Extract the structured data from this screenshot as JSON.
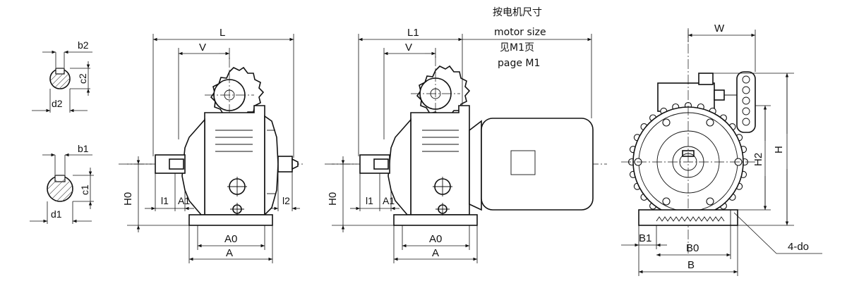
{
  "note": {
    "line1": "按电机尺寸",
    "line2": "motor size",
    "line3": "见M1页",
    "line4": "page M1"
  },
  "labels": {
    "b2": "b2",
    "c2": "c2",
    "d2": "d2",
    "b1": "b1",
    "c1": "c1",
    "d1": "d1",
    "L": "L",
    "V": "V",
    "H0": "H0",
    "l1": "l1",
    "A1": "A1",
    "l2": "l2",
    "A0": "A0",
    "A": "A",
    "L1": "L1",
    "W": "W",
    "H": "H",
    "H2": "H2",
    "B1": "B1",
    "B0": "B0",
    "B": "B",
    "do": "4-do"
  }
}
